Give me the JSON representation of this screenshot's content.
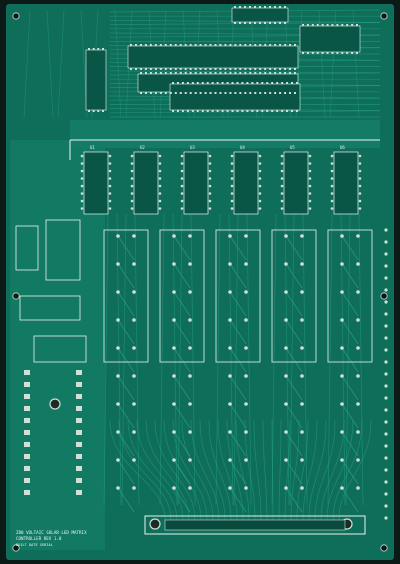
{
  "board": {
    "substrate_color": "#0f6e5a",
    "copper_color": "#1a8a72",
    "trace_color": "#2aa888",
    "silkscreen_color": "#e8f4ee",
    "pad_color": "#cfe0d6",
    "edge_color": "#0b1a16"
  },
  "silkscreen": {
    "title_line1": "Z80 VOLTAIC SOLAR LED MATRIX",
    "title_line2": "CONTROLLER REV 1.0",
    "title_line3": "BUILT    DATE    SERIAL"
  },
  "components": {
    "driver_chips": [
      "U1",
      "U2",
      "U3",
      "U4",
      "U5",
      "U6"
    ],
    "matrix_columns": 5,
    "matrix_rows": 10
  }
}
